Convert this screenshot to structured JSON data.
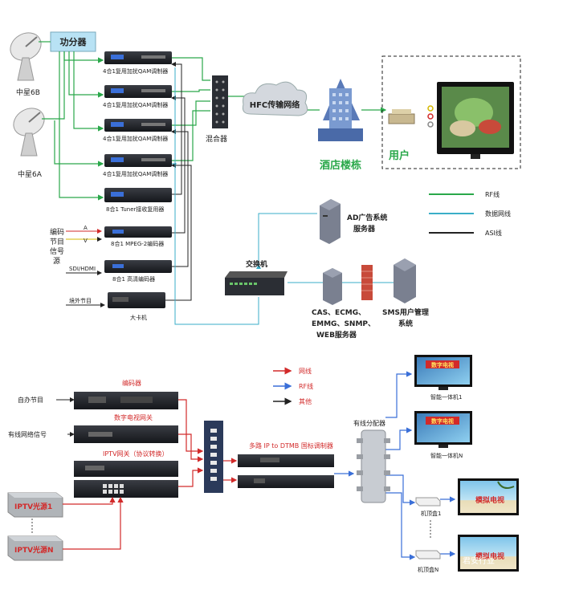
{
  "colors": {
    "rf_line": "#2aa84a",
    "data_line": "#3aaec8",
    "asi_line": "#222222",
    "red_line": "#d22a2a",
    "blue_line": "#3a6fd8",
    "accent_green": "#2aa84a",
    "splitter_fill": "#b8e2f4"
  },
  "top": {
    "splitter": "功分器",
    "dish_6b": "中星6B",
    "dish_6a": "中星6A",
    "modulator_1": "4合1复用加扰QAM调制器",
    "modulator_2": "4合1复用加扰QAM调制器",
    "modulator_3": "4合1复用加扰QAM调制器",
    "modulator_4": "4合1复用加扰QAM调制器",
    "tuner_mux": "8合1 Tuner接收复用器",
    "mpeg2_encoder": "8合1 MPEG-2编码器",
    "hd_encoder": "8合1 高清编码器",
    "card_machine": "大卡机",
    "input_encode": "编码节目信号源",
    "input_a": "A",
    "input_v": "V",
    "input_sdi": "SDI/HDMI",
    "input_external": "境外节目",
    "mixer": "混合器",
    "hfc": "HFC传输网络",
    "hotel": "酒店楼栋",
    "user": "用户",
    "legend_rf": "RF线",
    "legend_data": "数据网线",
    "legend_asi": "ASI线",
    "ad_server": "AD广告系统服务器",
    "switch": "交换机",
    "cas_server": "CAS、ECMG、EMMG、SNMP、WEB服务器",
    "sms_server": "SMS用户管理系统"
  },
  "bottom": {
    "encoder": "编码器",
    "self_program": "自办节目",
    "cable_signal": "有线网络信号",
    "dtv_gateway": "数字电视网关",
    "iptv_gateway": "IPTV网关（协议转换）",
    "iptv_source_1": "IPTV光源1",
    "iptv_source_n": "IPTV光源N",
    "legend_net": "网线",
    "legend_rf": "RF线",
    "legend_other": "其他",
    "ip_dtmb": "多路 IP to DTMB 国标调制器",
    "cable_splitter": "有线分配器",
    "smart_tv_1": "智能一体机1",
    "smart_tv_n": "智能一体机N",
    "tv_screen_digital_1": "数字电视",
    "tv_screen_digital_n": "数字电视",
    "stb_1": "机顶盒1",
    "stb_n": "机顶盒N",
    "tv_screen_analog_1": "模拟电视",
    "tv_screen_analog_n": "模拟电视",
    "watermark": "君安行业"
  }
}
